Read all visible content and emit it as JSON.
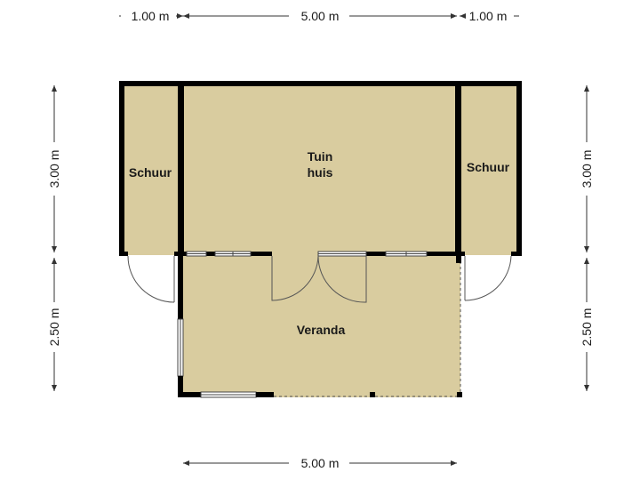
{
  "dimensions": {
    "top_left": "1.00 m",
    "top_middle": "5.00 m",
    "top_right": "1.00 m",
    "bottom": "5.00 m",
    "left_upper": "3.00 m",
    "left_lower": "2.50 m",
    "right_upper": "3.00 m",
    "right_lower": "2.50 m"
  },
  "rooms": {
    "schuur_left": "Schuur",
    "tuinhuis_line1": "Tuin",
    "tuinhuis_line2": "huis",
    "schuur_right": "Schuur",
    "veranda": "Veranda"
  },
  "colors": {
    "floor": "#d9cc9f",
    "wall": "#000000",
    "background": "#ffffff"
  }
}
